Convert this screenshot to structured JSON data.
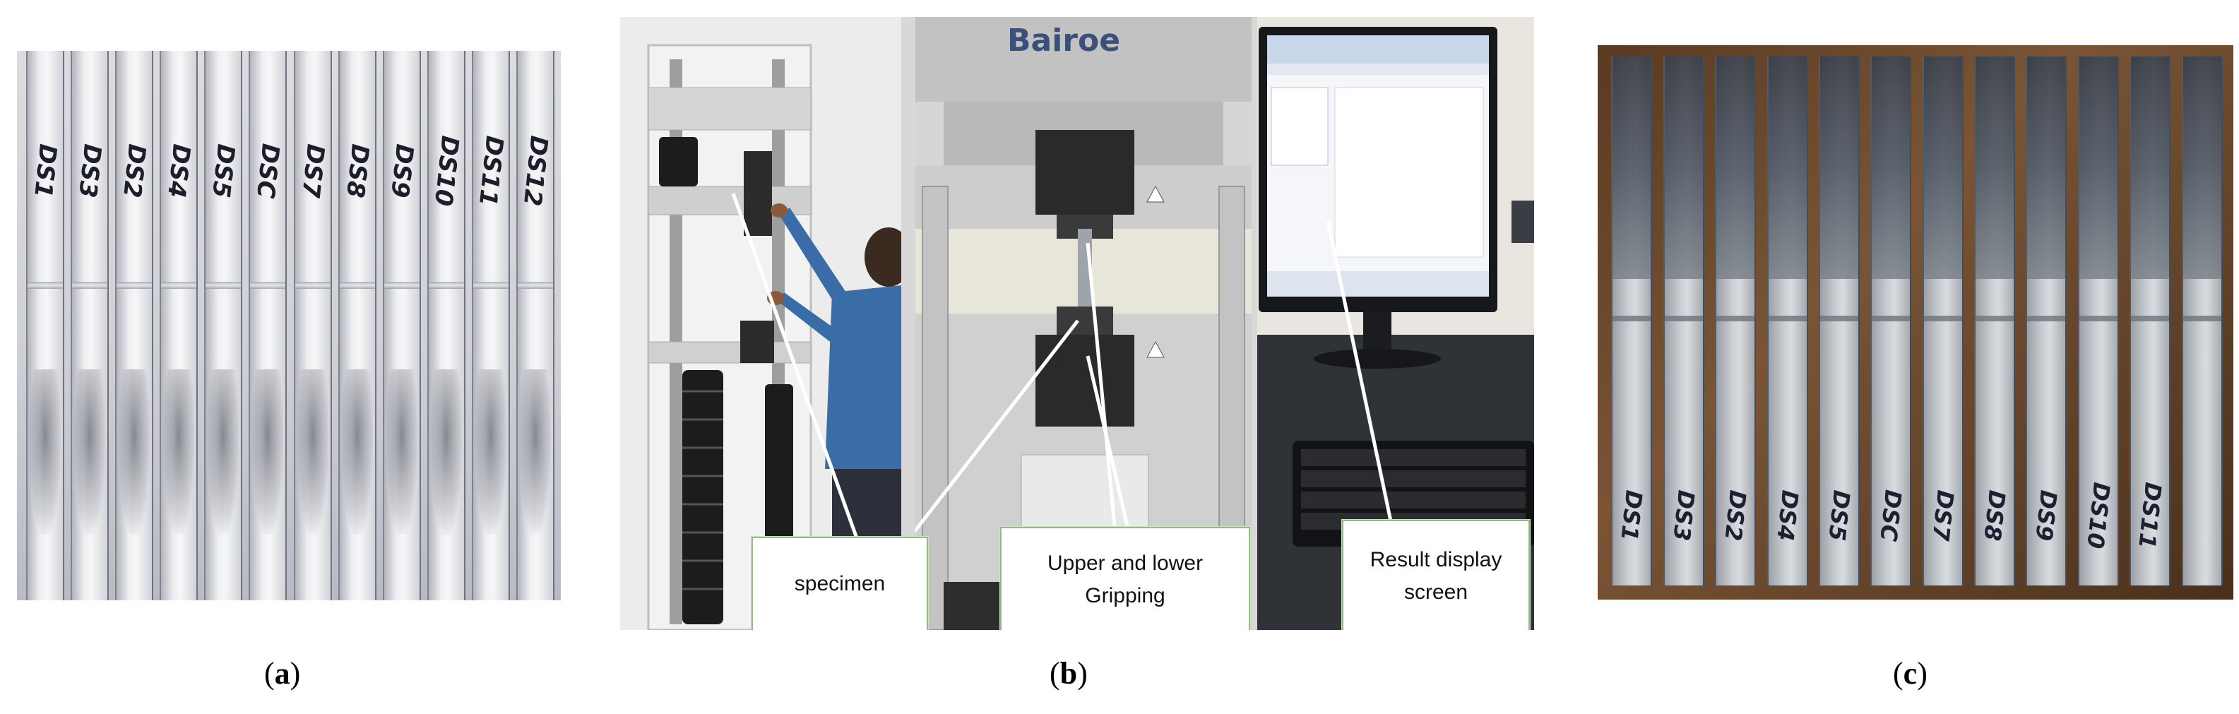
{
  "panel_a": {
    "caption": "a",
    "specimen_labels": [
      "DS1",
      "DS3",
      "DS2",
      "DS4",
      "DS5",
      "DSC",
      "DS7",
      "DS8",
      "DS9",
      "DS10",
      "DS11",
      "DS12"
    ]
  },
  "panel_b": {
    "caption": "b",
    "brand": "Bairoe",
    "callouts": {
      "specimen": "specimen",
      "gripping_line1": "Upper and lower",
      "gripping_line2": "Gripping",
      "screen_line1": "Result display",
      "screen_line2": "screen"
    }
  },
  "panel_c": {
    "caption": "c",
    "specimen_labels": [
      "DS1",
      "DS3",
      "DS2",
      "DS4",
      "DS5",
      "DSC",
      "DS7",
      "DS8",
      "DS9",
      "DS10",
      "DS11",
      ""
    ]
  }
}
